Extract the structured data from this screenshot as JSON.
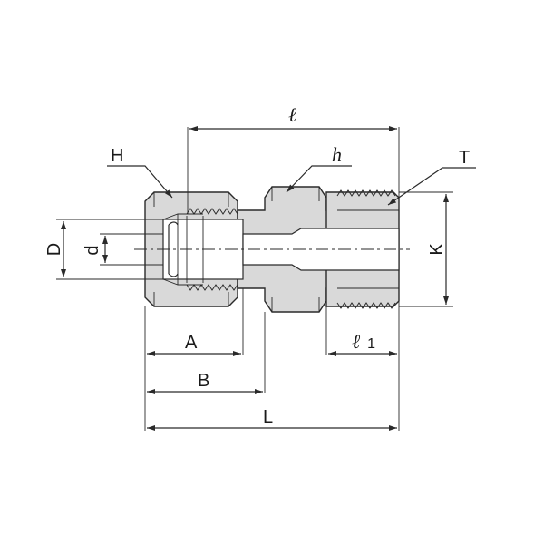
{
  "labels": {
    "H": "H",
    "h": "h",
    "T": "T",
    "l": "ℓ",
    "D": "D",
    "d": "d",
    "K": "K",
    "A": "A",
    "B": "B",
    "L": "L",
    "l1_main": "ℓ",
    "l1_sub": "1"
  }
}
